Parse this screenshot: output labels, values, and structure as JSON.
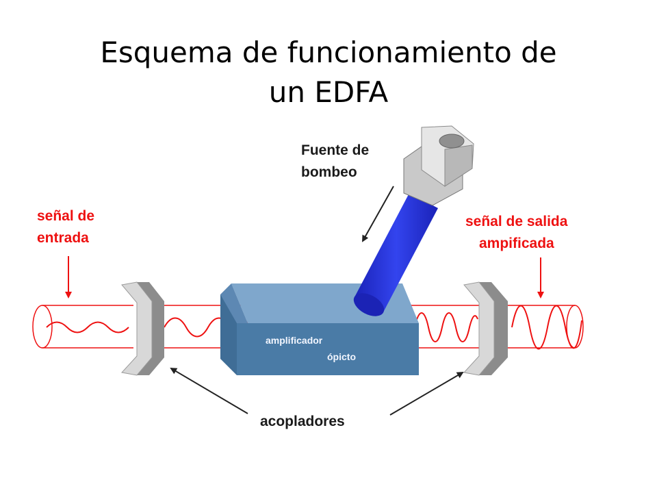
{
  "title": {
    "line1": "Esquema de funcionamiento de",
    "line2": "un EDFA"
  },
  "labels": {
    "pump_line1": "Fuente de",
    "pump_line2": "bombeo",
    "input_line1": "señal de",
    "input_line2": "entrada",
    "output_line1": "señal de salida",
    "output_line2": "ampificada",
    "amplifier_line1": "amplificador",
    "amplifier_line2": "ópicto",
    "couplers": "acopladores"
  },
  "colors": {
    "signal": "#ee1111",
    "pump_fiber": "#2233dd",
    "amplifier": "#4a7ba6",
    "coupler": "#c8c8c8",
    "arrow": "#222222"
  }
}
